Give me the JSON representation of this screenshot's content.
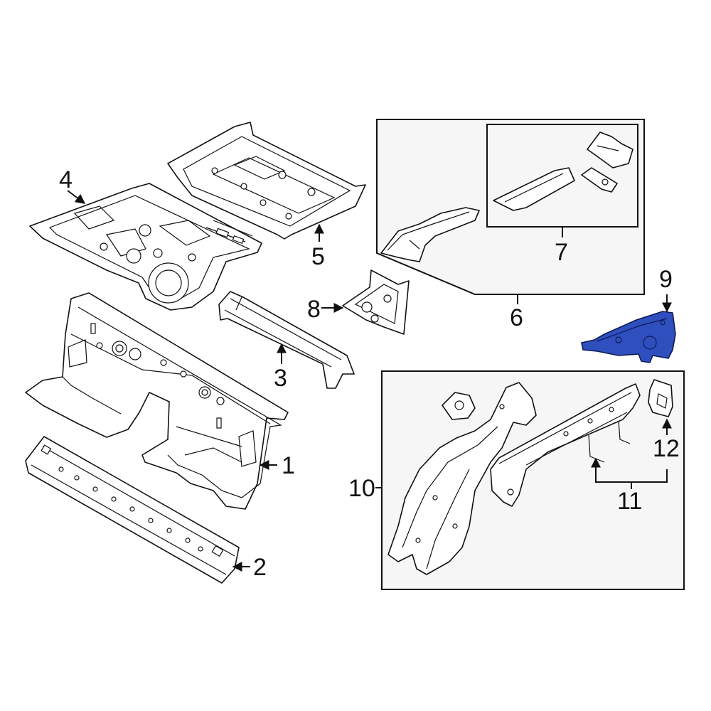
{
  "diagram": {
    "highlight_color": "#2f4fbf",
    "callouts": [
      {
        "id": "c1",
        "text": "1"
      },
      {
        "id": "c2",
        "text": "2"
      },
      {
        "id": "c3",
        "text": "3"
      },
      {
        "id": "c4",
        "text": "4"
      },
      {
        "id": "c5",
        "text": "5"
      },
      {
        "id": "c6",
        "text": "6"
      },
      {
        "id": "c7",
        "text": "7"
      },
      {
        "id": "c8",
        "text": "8"
      },
      {
        "id": "c9",
        "text": "9"
      },
      {
        "id": "c10",
        "text": "10"
      },
      {
        "id": "c11",
        "text": "11"
      },
      {
        "id": "c12",
        "text": "12"
      }
    ]
  }
}
